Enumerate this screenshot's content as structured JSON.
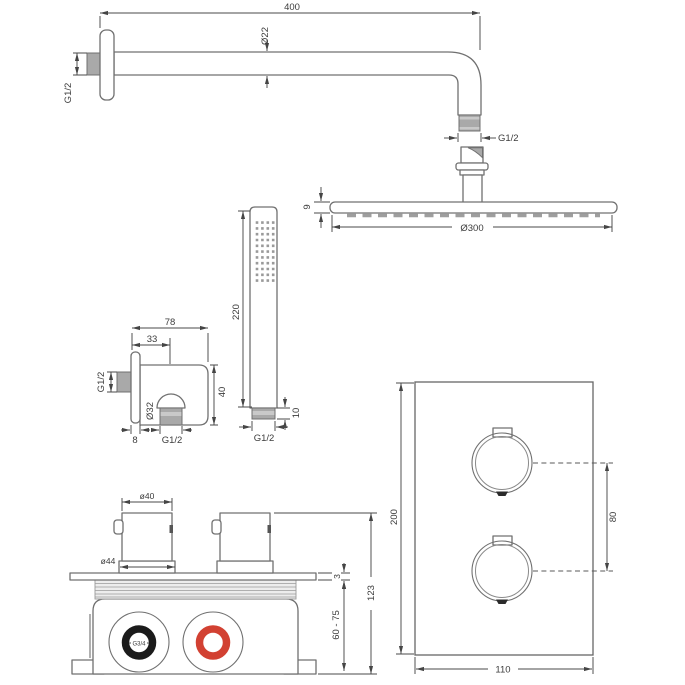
{
  "components": {
    "shower_arm": {
      "length": "400",
      "pipe_diameter": "Ø22",
      "wall_thread": "G1/2",
      "outlet_thread": "G1/2"
    },
    "shower_head": {
      "diameter": "Ø300",
      "thickness": "9"
    },
    "hand_shower": {
      "length": "220",
      "connector_height": "10",
      "thread": "G1/2"
    },
    "wall_outlet": {
      "width": "78",
      "outlet_offset": "33",
      "inlet_thread": "G1/2",
      "body_diameter": "Ø32",
      "height": "40",
      "flange_thickness": "8",
      "outlet_thread": "G1/2"
    },
    "mixer_valve": {
      "handle_diameter": "ø40",
      "handle_base_diameter": "ø44",
      "plate_thickness": "3",
      "total_height": "123",
      "install_depth": "60 - 75",
      "port_thread": "G3/4"
    },
    "trim_plate": {
      "height": "200",
      "width": "110",
      "handle_spacing": "80"
    }
  },
  "colors": {
    "line": "#4a4a4a",
    "outline": "#707070",
    "metal": "#a9a9a9",
    "hot_port": "#d24132",
    "cold_port": "#1b1b1b"
  }
}
